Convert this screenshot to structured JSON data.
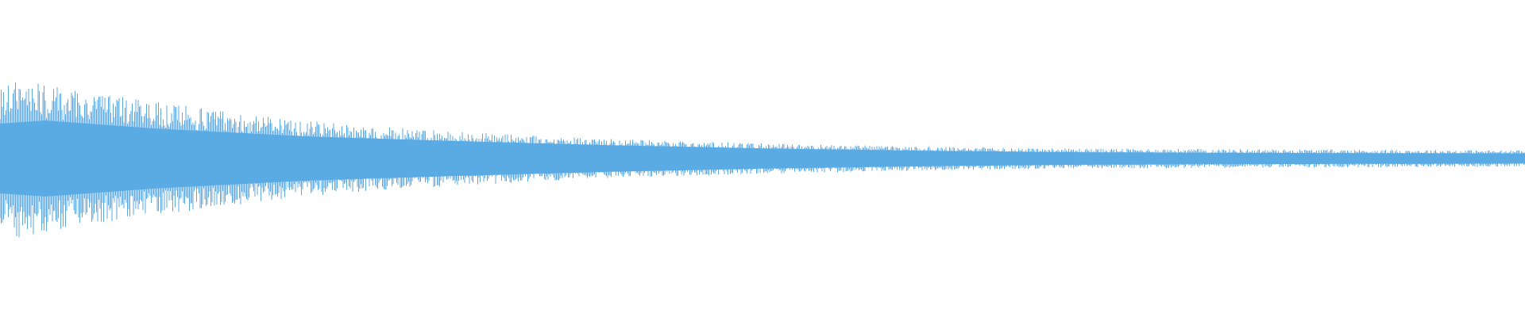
{
  "waveform": {
    "color": "#5aaae3",
    "background": "#ffffff",
    "peak_envelope": [
      {
        "position": 0.0,
        "level": 0.22
      },
      {
        "position": 0.015,
        "level": 0.26
      },
      {
        "position": 0.03,
        "level": 0.23
      },
      {
        "position": 0.06,
        "level": 0.21
      },
      {
        "position": 0.1,
        "level": 0.18
      },
      {
        "position": 0.15,
        "level": 0.15
      },
      {
        "position": 0.2,
        "level": 0.12
      },
      {
        "position": 0.25,
        "level": 0.1
      },
      {
        "position": 0.3,
        "level": 0.085
      },
      {
        "position": 0.4,
        "level": 0.062
      },
      {
        "position": 0.5,
        "level": 0.048
      },
      {
        "position": 0.6,
        "level": 0.038
      },
      {
        "position": 0.7,
        "level": 0.032
      },
      {
        "position": 0.8,
        "level": 0.03
      },
      {
        "position": 0.9,
        "level": 0.028
      },
      {
        "position": 1.0,
        "level": 0.026
      }
    ],
    "body_envelope": [
      {
        "position": 0.0,
        "level": 0.11
      },
      {
        "position": 0.03,
        "level": 0.12
      },
      {
        "position": 0.1,
        "level": 0.095
      },
      {
        "position": 0.2,
        "level": 0.07
      },
      {
        "position": 0.3,
        "level": 0.055
      },
      {
        "position": 0.4,
        "level": 0.042
      },
      {
        "position": 0.5,
        "level": 0.032
      },
      {
        "position": 0.6,
        "level": 0.025
      },
      {
        "position": 0.7,
        "level": 0.02
      },
      {
        "position": 0.8,
        "level": 0.018
      },
      {
        "position": 1.0,
        "level": 0.016
      }
    ]
  }
}
